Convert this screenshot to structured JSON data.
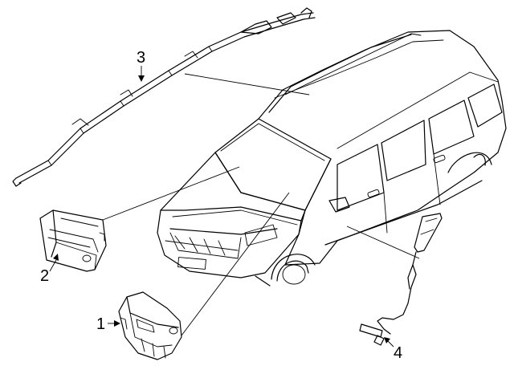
{
  "diagram": {
    "callouts": [
      {
        "id": "1",
        "part": "driver-airbag"
      },
      {
        "id": "2",
        "part": "passenger-airbag"
      },
      {
        "id": "3",
        "part": "curtain-airbag"
      },
      {
        "id": "4",
        "part": "seat-side-airbag"
      }
    ]
  }
}
